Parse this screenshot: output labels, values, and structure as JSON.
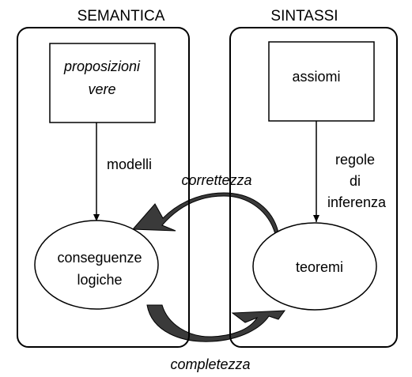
{
  "semantica": {
    "title": "SEMANTICA",
    "box_line1": "proposizioni",
    "box_line2": "vere",
    "arrow_label": "modelli",
    "ellipse_line1": "conseguenze",
    "ellipse_line2": "logiche"
  },
  "sintassi": {
    "title": "SINTASSI",
    "box_label": "assiomi",
    "arrow_line1": "regole",
    "arrow_line2": "di",
    "arrow_line3": "inferenza",
    "ellipse_label": "teoremi"
  },
  "relations": {
    "top": "correttezza",
    "bottom": "completezza"
  },
  "colors": {
    "stroke": "#000000",
    "curved_arrow_fill": "#3a3a3a"
  }
}
